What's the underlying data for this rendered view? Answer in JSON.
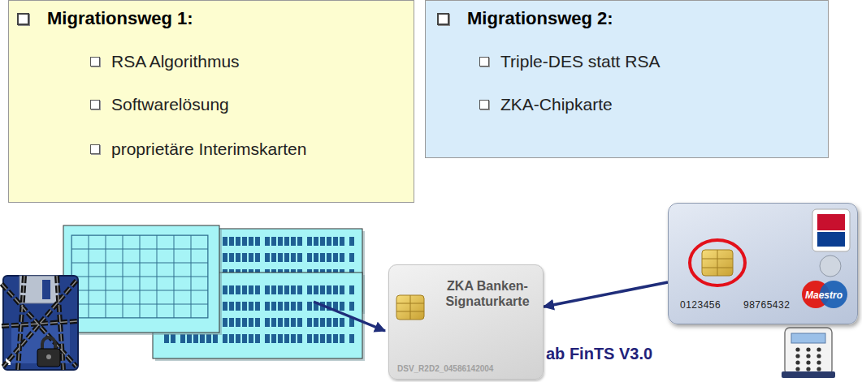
{
  "diagram": {
    "nodes": [
      {
        "text": [
          "Migrationsweg 1:",
          "RSA Algorithmus",
          "Softwarelösung",
          "proprietäre Interimskarten"
        ]
      },
      {
        "text": [
          "Migrationsweg 2:",
          "Triple-DES statt RSA",
          "ZKA-Chipkarte"
        ]
      },
      {
        "text": [
          "ZKA Banken- Signaturkarte",
          "DSV_R2D2_04586142004"
        ]
      },
      {
        "text": [
          "0123456",
          "98765432",
          "Maestro"
        ]
      }
    ],
    "edges": [
      {
        "from": 3,
        "to": 2,
        "arrow": "to"
      }
    ],
    "labels": [
      "ab FinTS V3.0"
    ]
  }
}
